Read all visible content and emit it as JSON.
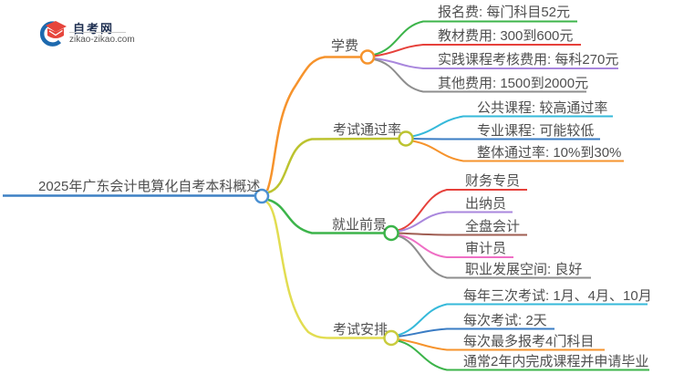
{
  "page": {
    "background": "#ffffff",
    "text_color": "#4f4f4f"
  },
  "logo": {
    "title": "自考网",
    "domain": "zikao-zikao.com",
    "title_color": "#1c2d4f",
    "domain_color": "#555555",
    "icon": {
      "name": "graduation-cap-crescent-logo",
      "crescent_color": "#1d69ae",
      "cap_color": "#e6453c"
    }
  },
  "mindmap": {
    "root": {
      "label": "2025年广东会计电算化自考本科概述",
      "line_color": "#3d80c4",
      "circle_color": "#4a90d2"
    },
    "branches": [
      {
        "label": "学费",
        "color": "#f6932c",
        "circle_color": "#f6932c",
        "children": [
          {
            "label": "报名费: 每门科目52元",
            "color": "#3cb44a"
          },
          {
            "label": "教材费用: 300到600元",
            "color": "#e6413b"
          },
          {
            "label": "实践课程考核费用: 每科270元",
            "color": "#a987dd"
          },
          {
            "label": "其他费用: 1500到2000元",
            "color": "#8e8e8e"
          }
        ]
      },
      {
        "label": "考试通过率",
        "color": "#bcc32f",
        "circle_color": "#bcc32f",
        "children": [
          {
            "label": "公共课程: 较高通过率",
            "color": "#36b9da"
          },
          {
            "label": "专业课程: 可能较低",
            "color": "#3a7cc4"
          },
          {
            "label": "整体通过率: 10%到30%",
            "color": "#f6932c"
          }
        ]
      },
      {
        "label": "就业前景",
        "color": "#3cb44a",
        "circle_color": "#3cb44a",
        "children": [
          {
            "label": "财务专员",
            "color": "#e6413b"
          },
          {
            "label": "出纳员",
            "color": "#a987dd"
          },
          {
            "label": "全盘会计",
            "color": "#9f5d52"
          },
          {
            "label": "审计员",
            "color": "#ef6fc5"
          },
          {
            "label": "职业发展空间: 良好",
            "color": "#8e8e8e"
          }
        ]
      },
      {
        "label": "考试安排",
        "color": "#e2dd51",
        "circle_color": "#c9cc3e",
        "children": [
          {
            "label": "每年三次考试: 1月、4月、10月",
            "color": "#36b9da"
          },
          {
            "label": "每次考试: 2天",
            "color": "#3a7cc4"
          },
          {
            "label": "每次最多报考4门科目",
            "color": "#f6932c"
          },
          {
            "label": "通常2年内完成课程并申请毕业",
            "color": "#3cb44a"
          }
        ]
      }
    ]
  }
}
